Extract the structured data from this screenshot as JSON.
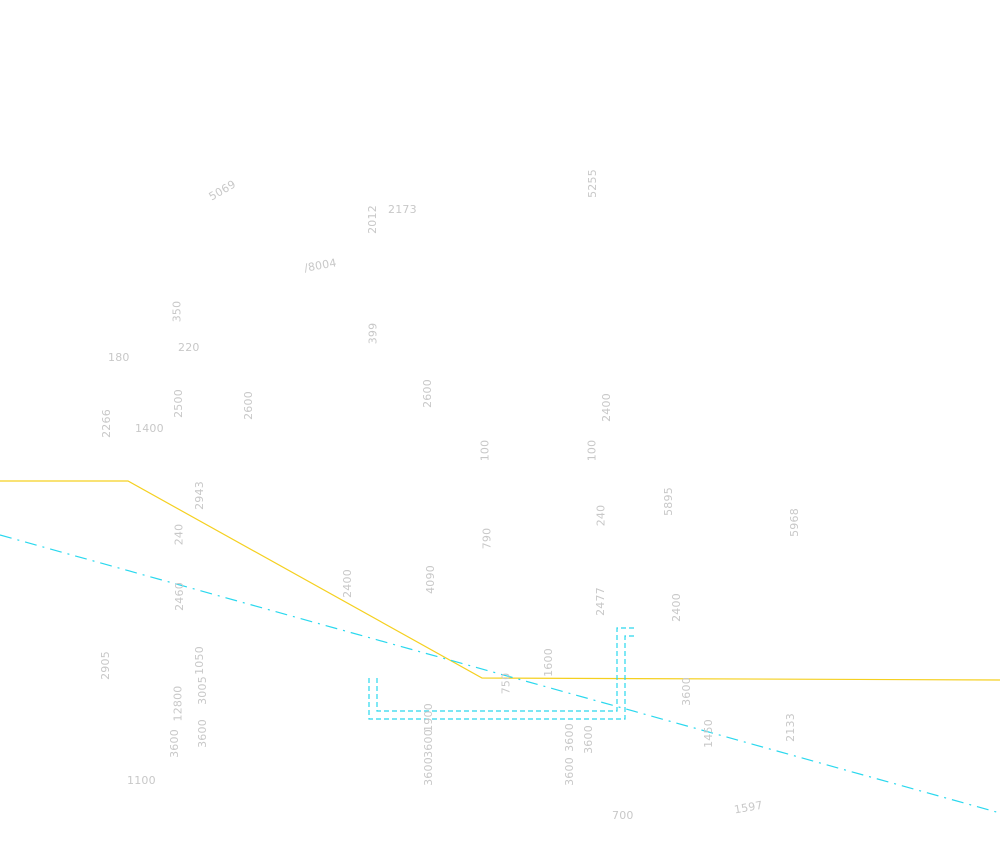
{
  "drawing": {
    "line_colors": {
      "slope_profile": "#f5d020",
      "water_line": "#2ad8ee",
      "trench": "#2ad8ee",
      "dimension_text": "#c8c8c8"
    },
    "labels": [
      "5069",
      "2173",
      "2012",
      "5255",
      "/8004",
      "350",
      "399",
      "180",
      "220",
      "2600",
      "2500",
      "2600",
      "2266",
      "1400",
      "2400",
      "100",
      "100",
      "2943",
      "240",
      "790",
      "240",
      "5895",
      "5968",
      "2400",
      "4090",
      "2477",
      "2400",
      "2460",
      "2905",
      "1600",
      "1050",
      "750",
      "3005",
      "12800",
      "3600",
      "1450",
      "2133",
      "1900",
      "3600",
      "3600",
      "3600",
      "3600",
      "1100",
      "700",
      "1597"
    ]
  }
}
